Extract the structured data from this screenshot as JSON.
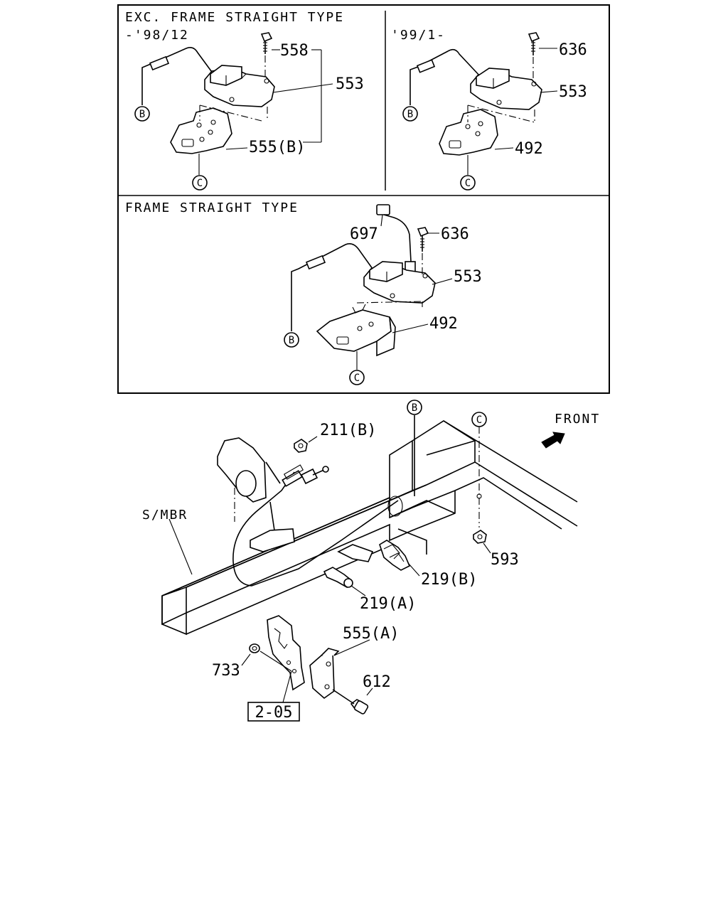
{
  "panels": {
    "top_left": {
      "title": "EXC. FRAME STRAIGHT TYPE",
      "period": "-'98/12"
    },
    "top_right": {
      "period": "'99/1-"
    },
    "middle": {
      "title": "FRAME STRAIGHT TYPE"
    }
  },
  "refs": {
    "b": "B",
    "c": "C"
  },
  "labels": {
    "p558": "558",
    "p553_a": "553",
    "p555b": "555(B)",
    "p636_a": "636",
    "p553_b": "553",
    "p492_a": "492",
    "p697": "697",
    "p636_b": "636",
    "p553_c": "553",
    "p492_b": "492",
    "p211b": "211(B)",
    "p593": "593",
    "p219b": "219(B)",
    "p219a": "219(A)",
    "p555a": "555(A)",
    "p612": "612",
    "p733": "733",
    "s_mbr": "S/MBR",
    "front": "FRONT",
    "ref_box": "2-05"
  }
}
